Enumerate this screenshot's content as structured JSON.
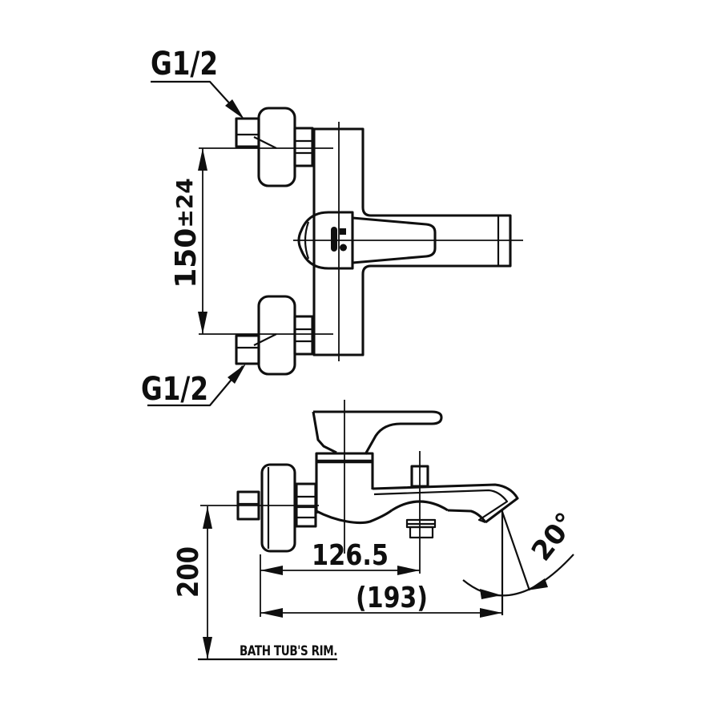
{
  "colors": {
    "ink": "#0f0f0f",
    "background": "#ffffff"
  },
  "annotations": {
    "thread_top": "G1/2",
    "thread_bottom": "G1/2",
    "inlet_spacing_value": "150",
    "inlet_spacing_tolerance": "±24",
    "aerator_offset": "126.5",
    "overall_reach": "(193)",
    "height_above_rim": "200",
    "spout_angle": "20°",
    "rim_note": "BATH TUB'S RIM."
  }
}
